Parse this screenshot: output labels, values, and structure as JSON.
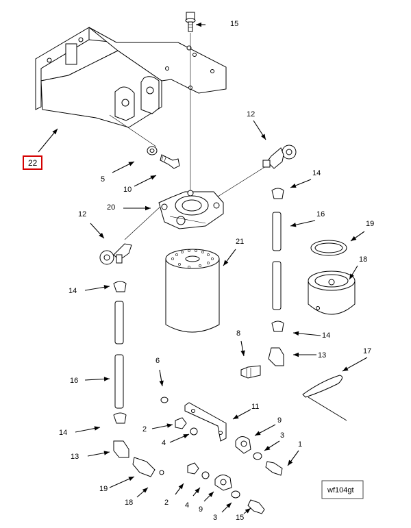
{
  "diagram": {
    "callouts": [
      {
        "id": "c15a",
        "label": "15"
      },
      {
        "id": "c12a",
        "label": "12"
      },
      {
        "id": "c22",
        "label": "22",
        "highlight_color": "#d40000"
      },
      {
        "id": "c5",
        "label": "5"
      },
      {
        "id": "c10",
        "label": "10"
      },
      {
        "id": "c14a",
        "label": "14"
      },
      {
        "id": "c20",
        "label": "20"
      },
      {
        "id": "c16a",
        "label": "16"
      },
      {
        "id": "c12b",
        "label": "12"
      },
      {
        "id": "c19a",
        "label": "19"
      },
      {
        "id": "c21",
        "label": "21"
      },
      {
        "id": "c18a",
        "label": "18"
      },
      {
        "id": "c14b",
        "label": "14"
      },
      {
        "id": "c14c",
        "label": "14"
      },
      {
        "id": "c8",
        "label": "8"
      },
      {
        "id": "c13a",
        "label": "13"
      },
      {
        "id": "c17",
        "label": "17"
      },
      {
        "id": "c6",
        "label": "6"
      },
      {
        "id": "c16b",
        "label": "16"
      },
      {
        "id": "c11",
        "label": "11"
      },
      {
        "id": "c9a",
        "label": "9"
      },
      {
        "id": "c2a",
        "label": "2"
      },
      {
        "id": "c3a",
        "label": "3"
      },
      {
        "id": "c4a",
        "label": "4"
      },
      {
        "id": "c14d",
        "label": "14"
      },
      {
        "id": "c1",
        "label": "1"
      },
      {
        "id": "c13b",
        "label": "13"
      },
      {
        "id": "c19b",
        "label": "19"
      },
      {
        "id": "c18b",
        "label": "18"
      },
      {
        "id": "c2b",
        "label": "2"
      },
      {
        "id": "c4b",
        "label": "4"
      },
      {
        "id": "c9b",
        "label": "9"
      },
      {
        "id": "c3b",
        "label": "3"
      },
      {
        "id": "c15b",
        "label": "15"
      }
    ],
    "figure_code": "wf104gt"
  }
}
